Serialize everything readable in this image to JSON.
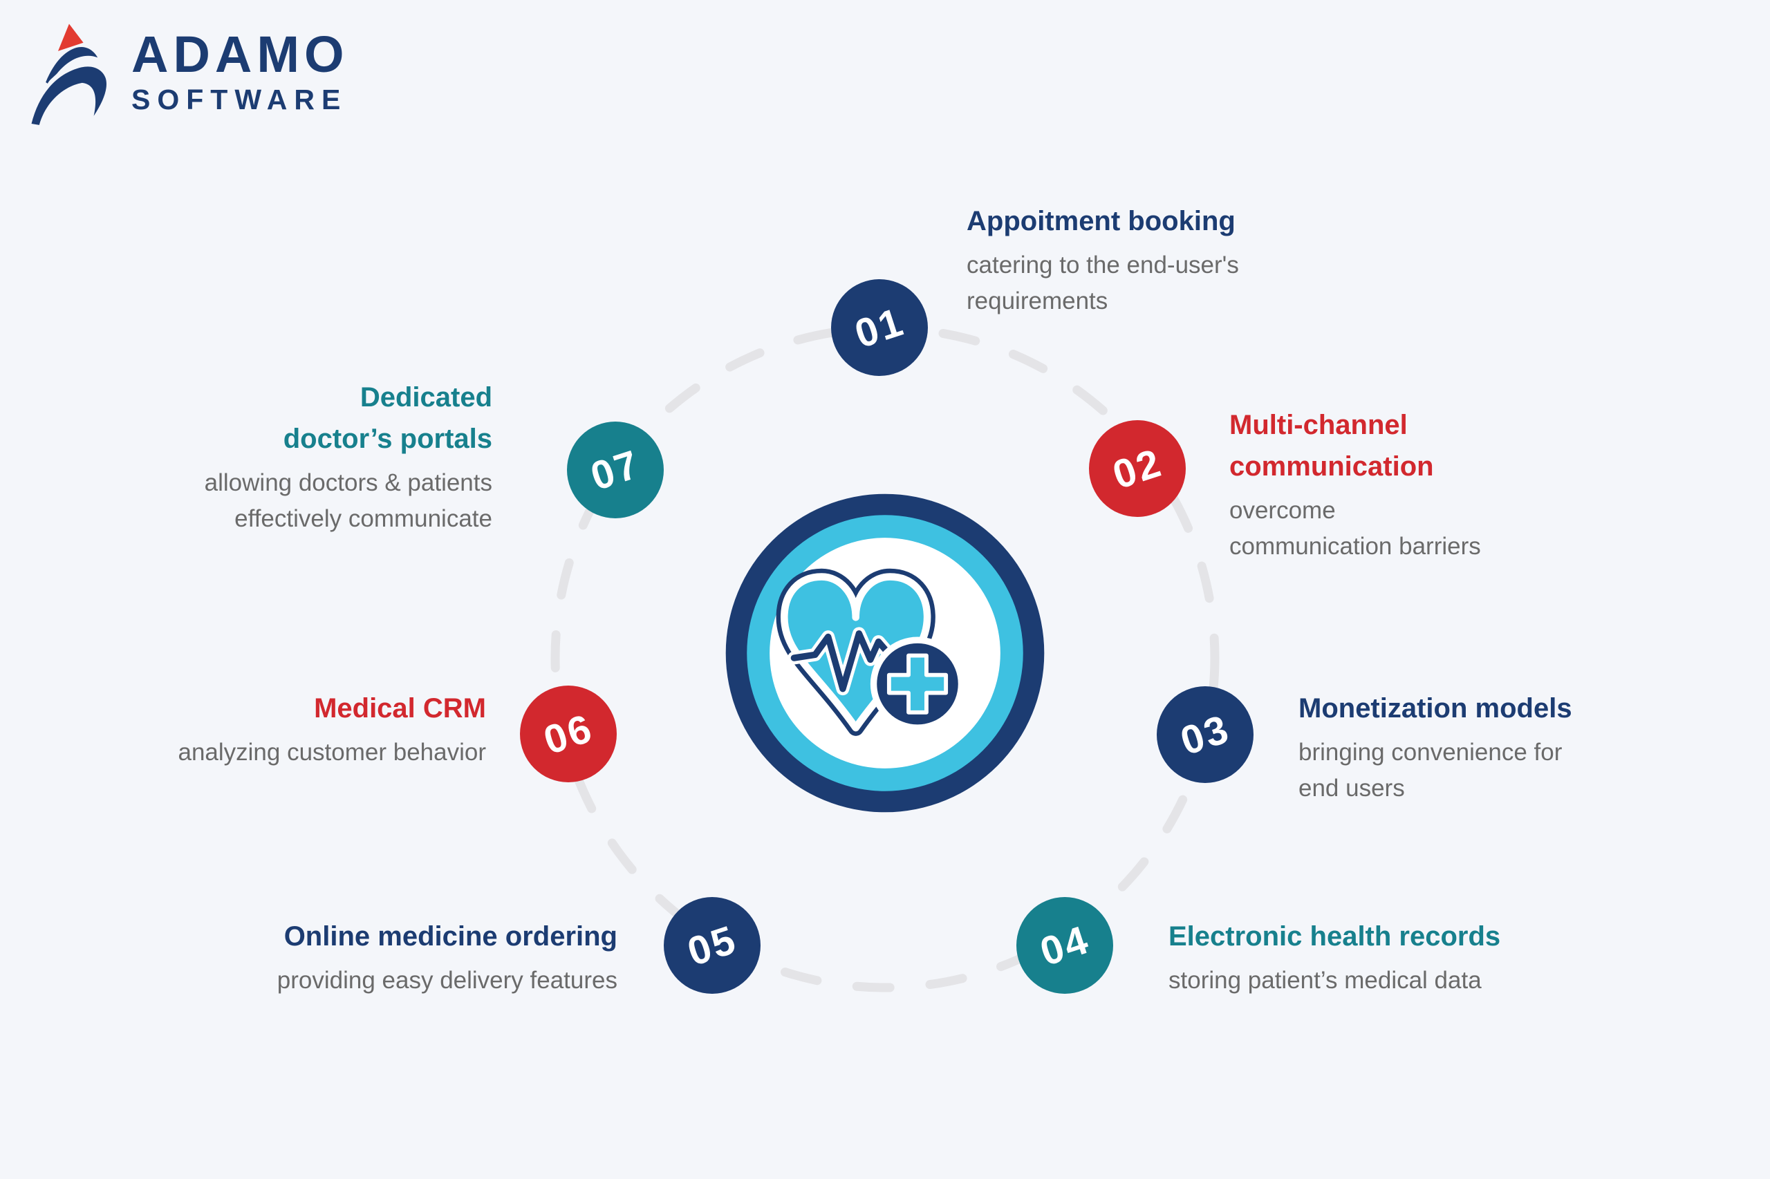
{
  "colors": {
    "navy": "#1C3C72",
    "red": "#D2282E",
    "teal": "#17808D",
    "cyan": "#3EC1E1",
    "gray": "#6A6A6A",
    "dash": "#E4E4E7",
    "bg": "#F4F6FA",
    "logo_red": "#E23B31"
  },
  "logo": {
    "name": "ADAMO",
    "subname": "SOFTWARE"
  },
  "center": {
    "icon": "heart-pulse-plus"
  },
  "items": [
    {
      "number": "01",
      "color": "#1C3C72",
      "title": [
        "Appoitment booking"
      ],
      "description": [
        "catering to the end-user's",
        "requirements"
      ]
    },
    {
      "number": "02",
      "color": "#D2282E",
      "title": [
        "Multi-channel",
        "communication"
      ],
      "description": [
        "overcome",
        "communication barriers"
      ]
    },
    {
      "number": "03",
      "color": "#1C3C72",
      "title": [
        "Monetization models"
      ],
      "description": [
        "bringing convenience for",
        "end users"
      ]
    },
    {
      "number": "04",
      "color": "#17808D",
      "title": [
        "Electronic health records"
      ],
      "description": [
        "storing patient’s medical data"
      ]
    },
    {
      "number": "05",
      "color": "#1C3C72",
      "title": [
        "Online medicine ordering"
      ],
      "description": [
        "providing easy delivery features"
      ]
    },
    {
      "number": "06",
      "color": "#D2282E",
      "title": [
        "Medical CRM"
      ],
      "description": [
        "analyzing customer behavior"
      ]
    },
    {
      "number": "07",
      "color": "#17808D",
      "title": [
        "Dedicated",
        "doctor’s portals"
      ],
      "description": [
        "allowing doctors & patients",
        "effectively communicate"
      ]
    }
  ]
}
